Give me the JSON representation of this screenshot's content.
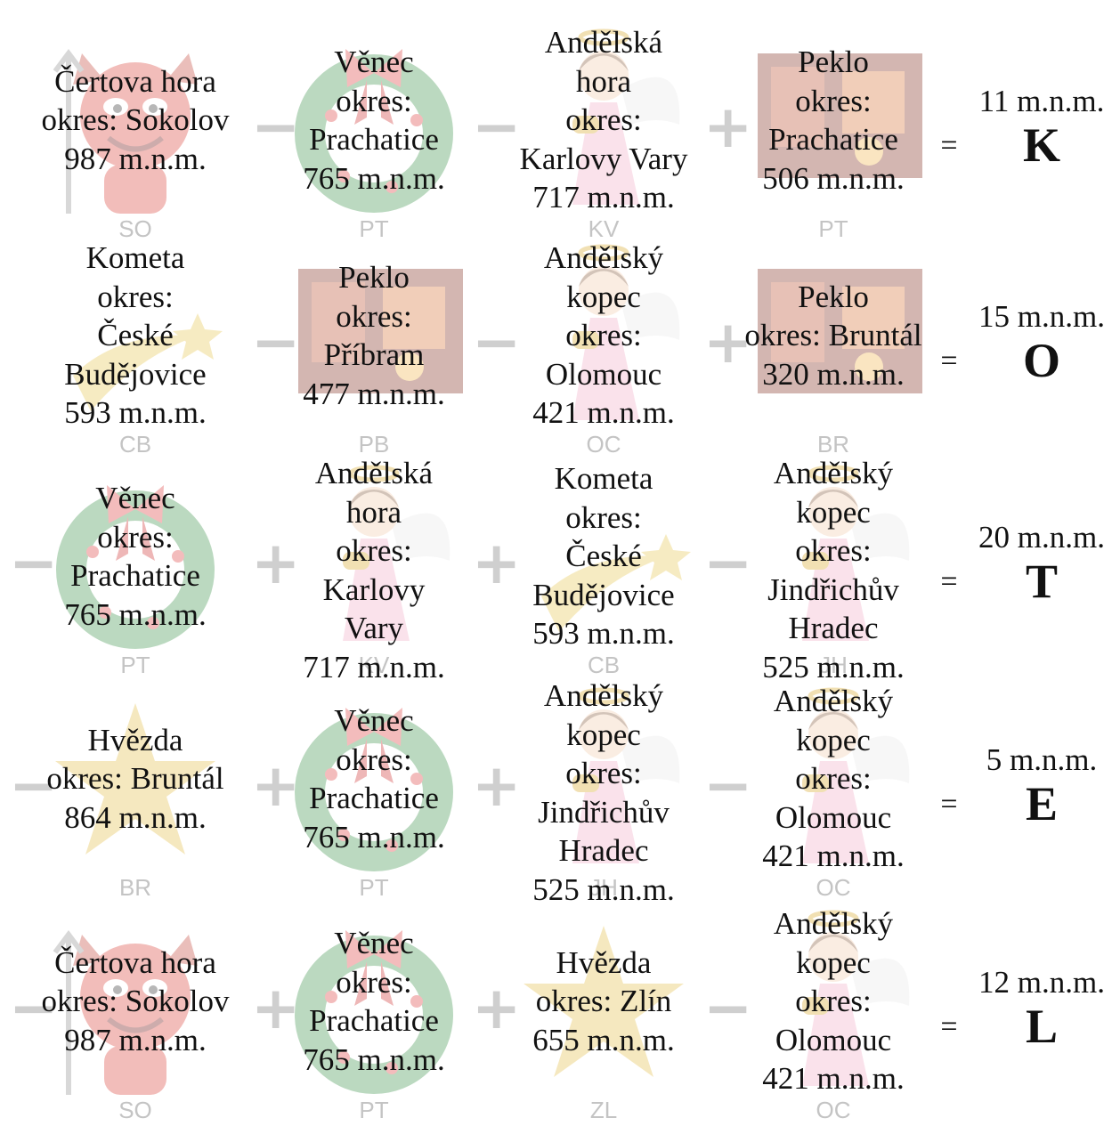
{
  "rows": [
    {
      "items": [
        {
          "op": "",
          "kind": "devil",
          "code": "SO",
          "lines": [
            "Čertova hora",
            "okres: Sokolov",
            "987 m.n.m."
          ]
        },
        {
          "op": "−",
          "kind": "wreath",
          "code": "PT",
          "lines": [
            "Věnec",
            "okres:",
            "Prachatice",
            "765 m.n.m."
          ]
        },
        {
          "op": "−",
          "kind": "angel",
          "code": "KV",
          "lines": [
            "Andělská",
            "hora",
            "okres:",
            "Karlovy Vary",
            "717 m.n.m."
          ]
        },
        {
          "op": "+",
          "kind": "hell",
          "code": "PT",
          "lines": [
            "Peklo",
            "okres:",
            "Prachatice",
            "506 m.n.m."
          ]
        }
      ],
      "result": {
        "eq": "=",
        "value": "11 m.n.m.",
        "letter": "K"
      }
    },
    {
      "items": [
        {
          "op": "",
          "kind": "comet",
          "code": "CB",
          "lines": [
            "Kometa",
            "okres:",
            "České",
            "Budějovice",
            "593 m.n.m."
          ]
        },
        {
          "op": "−",
          "kind": "hell",
          "code": "PB",
          "lines": [
            "Peklo",
            "okres:",
            "Příbram",
            "477 m.n.m."
          ]
        },
        {
          "op": "−",
          "kind": "angel",
          "code": "OC",
          "lines": [
            "Andělský",
            "kopec",
            "okres:",
            "Olomouc",
            "421 m.n.m."
          ]
        },
        {
          "op": "+",
          "kind": "hell",
          "code": "BR",
          "lines": [
            "Peklo",
            "okres: Bruntál",
            "320 m.n.m."
          ]
        }
      ],
      "result": {
        "eq": "=",
        "value": "15 m.n.m.",
        "letter": "O"
      }
    },
    {
      "items": [
        {
          "op": "−",
          "kind": "wreath",
          "code": "PT",
          "lines": [
            "Věnec",
            "okres:",
            "Prachatice",
            "765 m.n.m."
          ]
        },
        {
          "op": "+",
          "kind": "angel",
          "code": "KV",
          "lines": [
            "Andělská",
            "hora",
            "okres:",
            "Karlovy",
            "Vary",
            "717 m.n.m."
          ]
        },
        {
          "op": "+",
          "kind": "comet",
          "code": "CB",
          "lines": [
            "Kometa",
            "okres:",
            "České",
            "Budějovice",
            "593 m.n.m."
          ]
        },
        {
          "op": "−",
          "kind": "angel",
          "code": "JH",
          "lines": [
            "Andělský",
            "kopec",
            "okres:",
            "Jindřichův",
            "Hradec",
            "525 m.n.m."
          ]
        }
      ],
      "result": {
        "eq": "=",
        "value": "20 m.n.m.",
        "letter": "T"
      }
    },
    {
      "items": [
        {
          "op": "−",
          "kind": "star",
          "code": "BR",
          "lines": [
            "Hvězda",
            "okres: Bruntál",
            "864 m.n.m."
          ]
        },
        {
          "op": "+",
          "kind": "wreath",
          "code": "PT",
          "lines": [
            "Věnec",
            "okres:",
            "Prachatice",
            "765 m.n.m."
          ]
        },
        {
          "op": "+",
          "kind": "angel",
          "code": "JH",
          "lines": [
            "Andělský",
            "kopec",
            "okres:",
            "Jindřichův",
            "Hradec",
            "525 m.n.m."
          ]
        },
        {
          "op": "−",
          "kind": "angel",
          "code": "OC",
          "lines": [
            "Andělský",
            "kopec",
            "okres:",
            "Olomouc",
            "421 m.n.m."
          ]
        }
      ],
      "result": {
        "eq": "=",
        "value": "5 m.n.m.",
        "letter": "E"
      }
    },
    {
      "items": [
        {
          "op": "−",
          "kind": "devil",
          "code": "SO",
          "lines": [
            "Čertova hora",
            "okres: Sokolov",
            "987 m.n.m."
          ]
        },
        {
          "op": "+",
          "kind": "wreath",
          "code": "PT",
          "lines": [
            "Věnec",
            "okres:",
            "Prachatice",
            "765 m.n.m."
          ]
        },
        {
          "op": "+",
          "kind": "star",
          "code": "ZL",
          "lines": [
            "Hvězda",
            "okres: Zlín",
            "655 m.n.m."
          ]
        },
        {
          "op": "−",
          "kind": "angel",
          "code": "OC",
          "lines": [
            "Andělský",
            "kopec",
            "okres:",
            "Olomouc",
            "421 m.n.m."
          ]
        }
      ],
      "result": {
        "eq": "=",
        "value": "12 m.n.m.",
        "letter": "L"
      }
    }
  ]
}
